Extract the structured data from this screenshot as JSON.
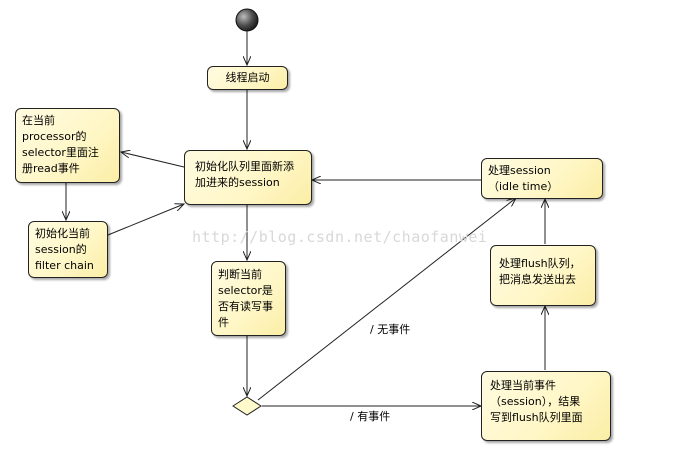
{
  "nodes": {
    "thread_start": "线程启动",
    "register_read": "在当前\nprocessor的\nselector里面注\n册read事件",
    "init_queue": "初始化队列里面新添\n加进来的session",
    "init_filter": "初始化当前\nsession的\nfilter chain",
    "check_selector": "判断当前\nselector是\n否有读写事件",
    "process_idle": "处理session\n（idle time）",
    "process_flush": "处理flush队列，\n把消息发送出去",
    "process_events": "处理当前事件\n（session），结果\n写到flush队列里面"
  },
  "edges": {
    "no_event": "/ 无事件",
    "has_event": "/ 有事件"
  },
  "watermark": "http://blog.csdn.net/chaofanwei"
}
